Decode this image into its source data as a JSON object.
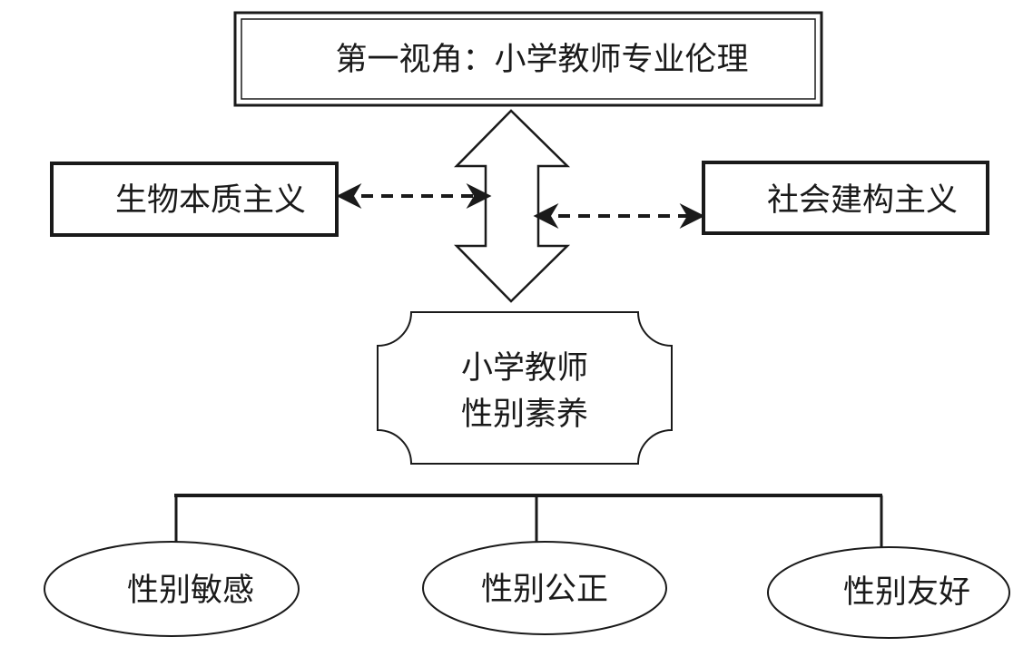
{
  "diagram": {
    "top_box": "第一视角：小学教师专业伦理",
    "left_box": "生物本质主义",
    "right_box": "社会建构主义",
    "center_box": {
      "line1": "小学教师",
      "line2": "性别素养"
    },
    "ovals": [
      "性别敏感",
      "性别公正",
      "性别友好"
    ],
    "stroke_color": "#1a1a1a"
  }
}
